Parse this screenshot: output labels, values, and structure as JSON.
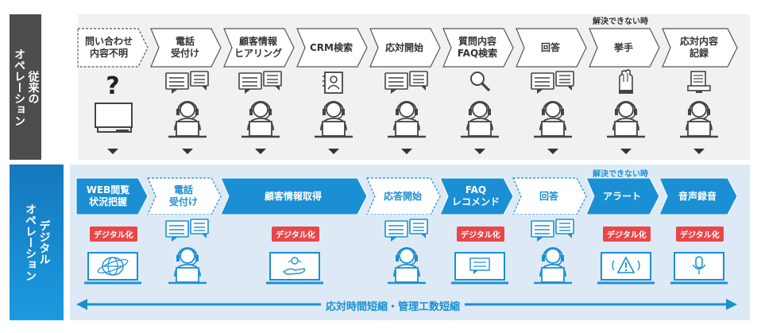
{
  "conventional": {
    "label": "従来の\nオペレーション",
    "note": "解決できない時",
    "steps": [
      {
        "label": "問い合わせ\n内容不明",
        "icon": "question-mark-icon"
      },
      {
        "label": "電話\n受付け",
        "icon": "chat-bubbles-icon"
      },
      {
        "label": "顧客情報\nヒアリング",
        "icon": "chat-bubbles-icon"
      },
      {
        "label": "CRM検索",
        "icon": "address-book-icon"
      },
      {
        "label": "応対開始",
        "icon": "chat-bubbles-icon"
      },
      {
        "label": "質問内容\nFAQ検索",
        "icon": "magnifier-icon"
      },
      {
        "label": "回答",
        "icon": "chat-bubbles-icon"
      },
      {
        "label": "挙手",
        "icon": "raised-hand-icon"
      },
      {
        "label": "応対内容\n記録",
        "icon": "document-icon"
      }
    ]
  },
  "digital": {
    "label": "デジタル\nオペレーション",
    "note": "解決できない時",
    "badge": "デジタル化",
    "steps": [
      {
        "label": "WEB閲覧\n状況把握",
        "icon": "globe-monitor-icon"
      },
      {
        "label": "電話\n受付け",
        "icon": "chat-bubbles-icon"
      },
      {
        "label": "顧客情報取得",
        "icon": "hand-data-monitor-icon"
      },
      {
        "label": "応答開始",
        "icon": "chat-bubbles-icon"
      },
      {
        "label": "FAQ\nレコメンド",
        "icon": "chat-monitor-icon"
      },
      {
        "label": "回答",
        "icon": "chat-bubbles-icon"
      },
      {
        "label": "アラート",
        "icon": "alert-monitor-icon"
      },
      {
        "label": "音声録音",
        "icon": "microphone-monitor-icon"
      }
    ],
    "summary": "応対時間短縮・管理工数短縮"
  },
  "colors": {
    "conventional_side": "#4d4d4d",
    "digital_side": "#1b8fd4",
    "badge": "#e8474a",
    "panel_blue": "#ddeaf6"
  }
}
